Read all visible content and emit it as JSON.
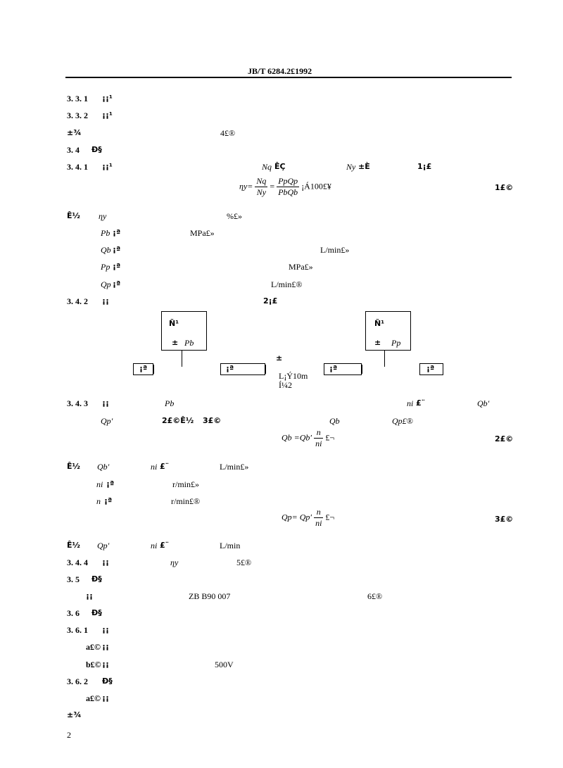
{
  "header": {
    "title": "JB/T  6284.2£­1992"
  },
  "lines": [
    {
      "id": "l1",
      "num": "3. 3. 1",
      "g": "¡¡¹"
    },
    {
      "id": "l2",
      "num": "3. 3. 2",
      "g": "¡¡¹"
    },
    {
      "id": "l3",
      "num": "",
      "g": "±¾",
      "txt": "4£®"
    },
    {
      "id": "l4",
      "num": "3. 4",
      "g": "Ð§"
    },
    {
      "id": "l5",
      "num": "3. 4. 1",
      "g": "¡¡¹",
      "nq": "Nq",
      "nqg": "ÊÇ",
      "ny": "Ny",
      "nyg": "±È",
      "t1": "1¡£"
    },
    {
      "id": "l6",
      "num": "",
      "g": "Ê½",
      "sym": "ηy",
      "g2": "%£»"
    },
    {
      "id": "l7",
      "sym": "Pb",
      "g": "¡ª",
      "unit": "MPa£»"
    },
    {
      "id": "l8",
      "sym": "Qb",
      "g": "¡ª",
      "unit": "L/min£»"
    },
    {
      "id": "l9",
      "sym": "Pp",
      "g": "¡ª",
      "unit": "MPa£»"
    },
    {
      "id": "l10",
      "sym": "Qp",
      "g": "¡ª",
      "unit": "L/min£®"
    },
    {
      "id": "l11",
      "num": "3. 4. 2",
      "g": "¡¡",
      "t": "2¡£"
    },
    {
      "id": "l12",
      "num": "3. 4. 3",
      "g": "¡¡",
      "pb": "Pb",
      "ni": "ni",
      "nig": "£¨",
      "qb": "Qb′",
      "qp": "Qp′",
      "t2": "2£©Ê½",
      "t3": "3£©",
      "qb2": "Qb",
      "qp2": "Qp£®"
    },
    {
      "id": "l13",
      "g": "Ê½",
      "qb": "Qb′",
      "ni": "ni",
      "nig": "£¨",
      "unit": "L/min£»"
    },
    {
      "id": "l14",
      "sym": "ni",
      "g": "¡ª",
      "unit": "r/min£»"
    },
    {
      "id": "l15",
      "sym": "n",
      "g": "¡ª",
      "unit": "r/min£®"
    },
    {
      "id": "l16",
      "g": "Ê½",
      "qp": "Qp′",
      "ni": "ni",
      "nig": "£¨",
      "unit": "L/min"
    },
    {
      "id": "l17",
      "num": "3. 4. 4",
      "g": "¡¡",
      "sym": "ηy",
      "t": "5£®"
    },
    {
      "id": "l18",
      "num": "3. 5",
      "g": "Ð§"
    },
    {
      "id": "l19",
      "g": "¡¡",
      "t": "ZB  B90  007",
      "t2": "6£®"
    },
    {
      "id": "l20",
      "num": "3. 6",
      "g": "Ð§"
    },
    {
      "id": "l21",
      "num": "3. 6. 1",
      "g": "¡¡"
    },
    {
      "id": "l22",
      "item": "a£©",
      "g": "¡¡"
    },
    {
      "id": "l23",
      "item": "b£©",
      "g": "¡¡",
      "t": "500V"
    },
    {
      "id": "l24",
      "num": "3. 6. 2",
      "g": "Ð§"
    },
    {
      "id": "l25",
      "item": "a£©",
      "g": "¡¡"
    },
    {
      "id": "l26",
      "g": "±¾"
    }
  ],
  "eq1": {
    "lhs": "ηy=",
    "n1": "Nq",
    "d1": "Ny",
    "eq": "=",
    "n2": "PpQp",
    "d2": "PbQb",
    "tail": "¡Á100£¥",
    "no": "1£©"
  },
  "eq2": {
    "lhs": "Qb =Qb′",
    "num": "n",
    "den": "ni",
    "tail": "£¬",
    "no": "2£©"
  },
  "eq3": {
    "lhs": "Qp= Qp′",
    "num": "n",
    "den": "ni",
    "tail": "£¬",
    "no": "3£©"
  },
  "figure": {
    "left_box": {
      "g1": "Ñ¹",
      "g2": "±",
      "sym": "Pb"
    },
    "right_box": {
      "g1": "Ñ¹",
      "g2": "±",
      "sym": "Pp"
    },
    "small": [
      "¡ª",
      "¡ª",
      "¡ª",
      "¡ª"
    ],
    "mid": "±",
    "caption1": "L¡Ý10m",
    "caption2": "Í¼2"
  },
  "footer": {
    "page": "2"
  }
}
